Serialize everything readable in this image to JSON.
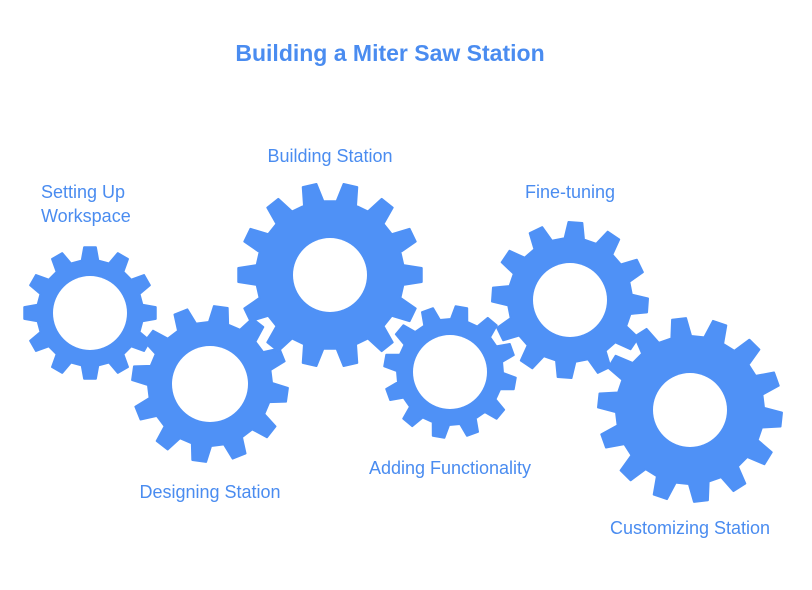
{
  "title": "Building a Miter Saw Station",
  "colors": {
    "title": "#4a8cf0",
    "gear": "#4f91f6",
    "gear_hole": "#ffffff",
    "label": "#4a8cf0",
    "background": "#ffffff"
  },
  "steps": [
    {
      "label": "Setting Up\nWorkspace"
    },
    {
      "label": "Designing Station"
    },
    {
      "label": "Building Station"
    },
    {
      "label": "Adding Functionality"
    },
    {
      "label": "Fine-tuning"
    },
    {
      "label": "Customizing Station"
    }
  ]
}
